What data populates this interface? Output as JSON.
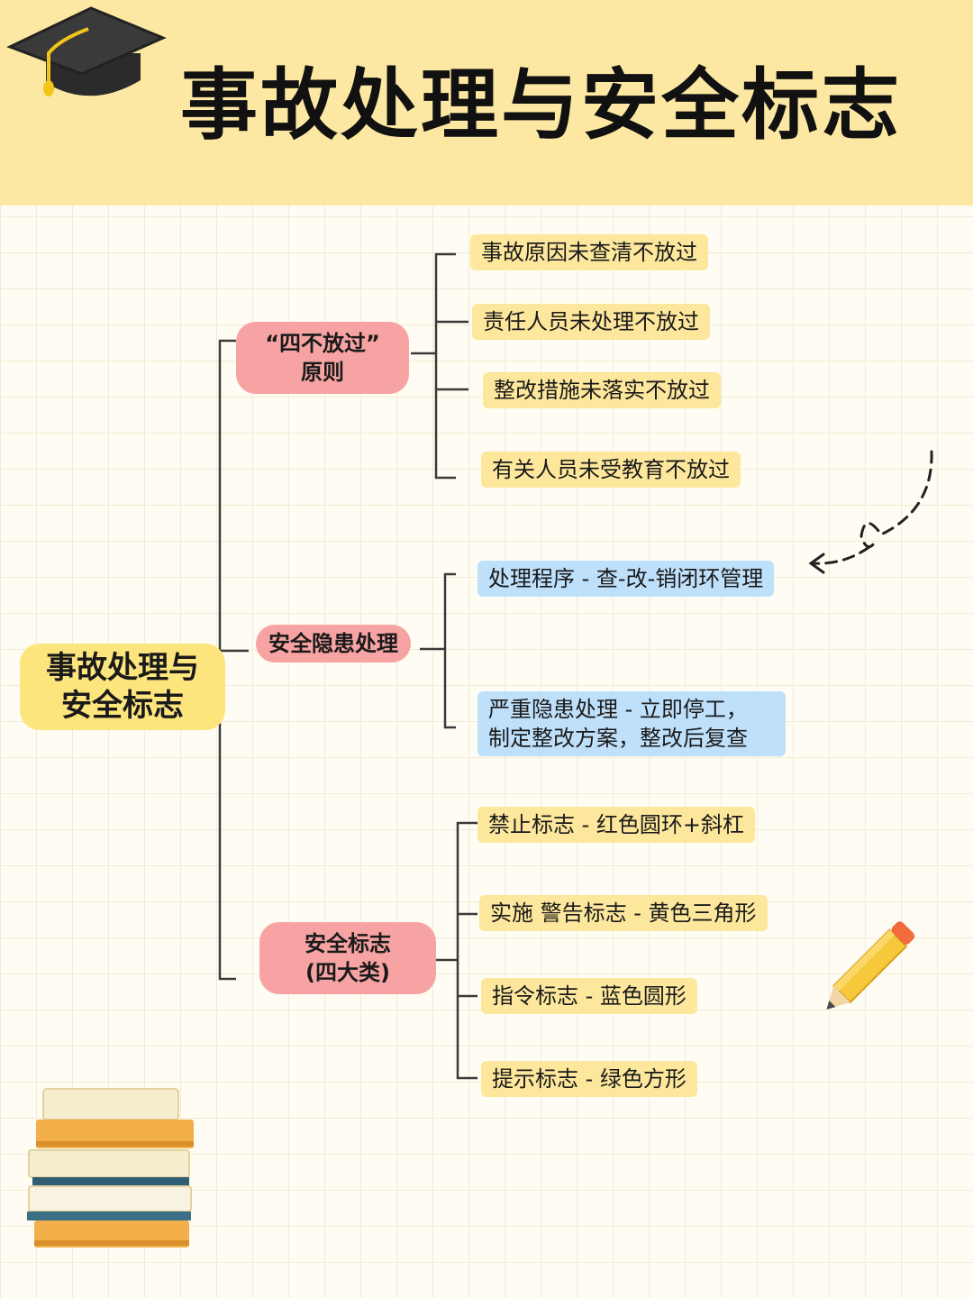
{
  "header": {
    "title": "事故处理与安全标志"
  },
  "root": {
    "label": "事故处理与\n安全标志"
  },
  "branches": [
    {
      "label": "“四不放过”\n原则",
      "items": [
        "事故原因未查清不放过",
        "责任人员未处理不放过",
        "整改措施未落实不放过",
        "有关人员未受教育不放过"
      ]
    },
    {
      "label": "安全隐患处理",
      "items": [
        "处理程序 - 查-改-销闭环管理",
        "严重隐患处理 - 立即停工，\n制定整改方案，整改后复查"
      ]
    },
    {
      "label": "安全标志\n(四大类)",
      "items": [
        "禁止标志 - 红色圆环+斜杠",
        "实施 警告标志 - 黄色三角形",
        "指令标志 - 蓝色圆形",
        "提示标志 - 绿色方形"
      ]
    }
  ],
  "colors": {
    "header_bg": "#fde8a3",
    "root_bg": "#fde57e",
    "branch_bg": "#f7a3a3",
    "leaf_yellow": "#fde79c",
    "leaf_blue": "#bfe0fb"
  },
  "icons": [
    "graduation-cap-icon",
    "dashed-arrow-icon",
    "pencil-icon",
    "books-stack-icon"
  ]
}
